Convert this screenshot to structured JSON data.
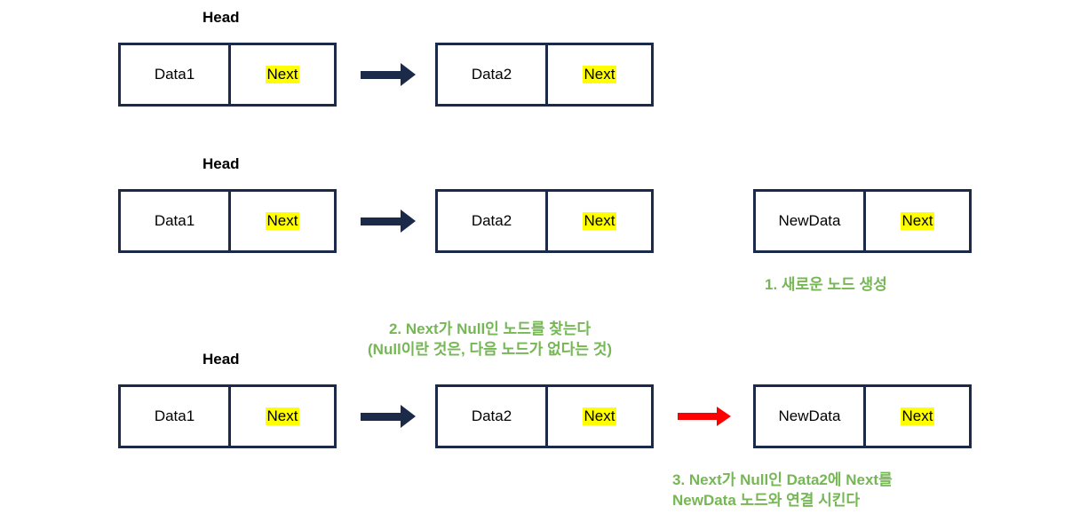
{
  "diagram": {
    "title_labels": {
      "head": "Head"
    },
    "rows": [
      {
        "id": "row-initial",
        "head_label": "Head",
        "nodes": [
          {
            "data": "Data1",
            "next": "Next"
          },
          {
            "data": "Data2",
            "next": "Next"
          }
        ],
        "arrows": [
          {
            "color": "#1b2a49"
          }
        ]
      },
      {
        "id": "row-new-node",
        "head_label": "Head",
        "nodes": [
          {
            "data": "Data1",
            "next": "Next"
          },
          {
            "data": "Data2",
            "next": "Next"
          },
          {
            "data": "NewData",
            "next": "Next"
          }
        ],
        "arrows": [
          {
            "color": "#1b2a49"
          }
        ]
      },
      {
        "id": "row-linked",
        "head_label": "Head",
        "nodes": [
          {
            "data": "Data1",
            "next": "Next"
          },
          {
            "data": "Data2",
            "next": "Next"
          },
          {
            "data": "NewData",
            "next": "Next"
          }
        ],
        "arrows": [
          {
            "color": "#1b2a49"
          },
          {
            "color": "#ff0000"
          }
        ]
      }
    ],
    "annotations": [
      {
        "id": "note-1",
        "text": "1. 새로운 노드 생성"
      },
      {
        "id": "note-2",
        "text": "2. Next가 Null인 노드를 찾는다\n(Null이란 것은, 다음 노드가 없다는 것)"
      },
      {
        "id": "note-3",
        "text": "3. Next가 Null인 Data2에 Next를\nNewData 노드와 연결 시킨다"
      }
    ]
  },
  "colors": {
    "node_border": "#1b2a49",
    "highlight": "#ffff00",
    "annotation": "#76b755",
    "arrow_dark": "#1b2a49",
    "arrow_red": "#ff0000"
  }
}
